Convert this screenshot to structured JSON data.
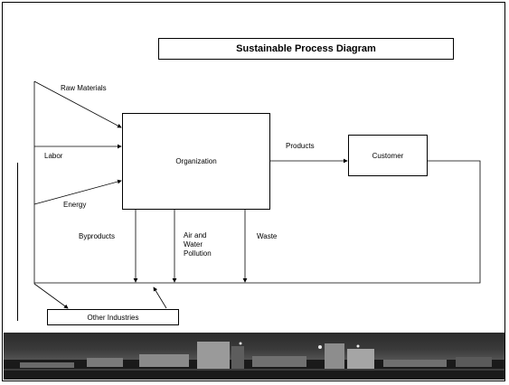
{
  "diagram": {
    "title": "Sustainable Process Diagram",
    "nodes": {
      "organization": "Organization",
      "customer": "Customer",
      "other_industries": "Other Industries"
    },
    "labels": {
      "raw_materials": "Raw Materials",
      "labor": "Labor",
      "energy": "Energy",
      "products": "Products",
      "byproducts": "Byproducts",
      "air_water_line1": "Air and",
      "air_water_line2": "Water",
      "air_water_line3": "Pollution",
      "waste": "Waste"
    }
  },
  "footer": {
    "image": "city-skyline-at-night-banner"
  }
}
